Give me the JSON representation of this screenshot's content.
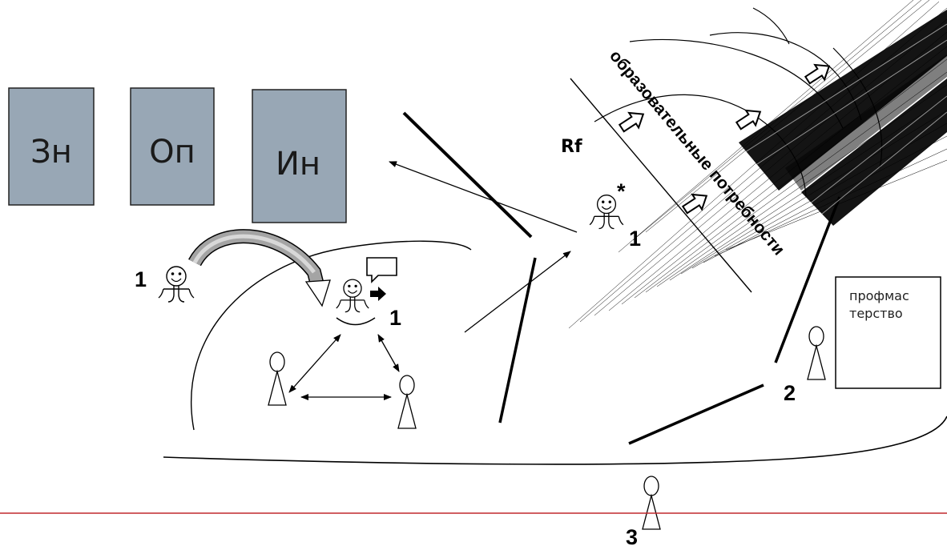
{
  "blocks": [
    {
      "id": "zn",
      "label": "Зн"
    },
    {
      "id": "op",
      "label": "Оп"
    },
    {
      "id": "in",
      "label": "Ин"
    }
  ],
  "reflection_label": "Rf",
  "needs_caption": "образовательные потребности",
  "asterisk": "*",
  "mastery_box": {
    "line1": "профмас",
    "line2": "терство"
  },
  "numbers": {
    "left_person": "1",
    "center_person": "1",
    "reflecting_person": "1",
    "person_two": "2",
    "person_three": "3"
  },
  "colors": {
    "block_fill": "#98A7B5",
    "divider": "#C0282D"
  }
}
